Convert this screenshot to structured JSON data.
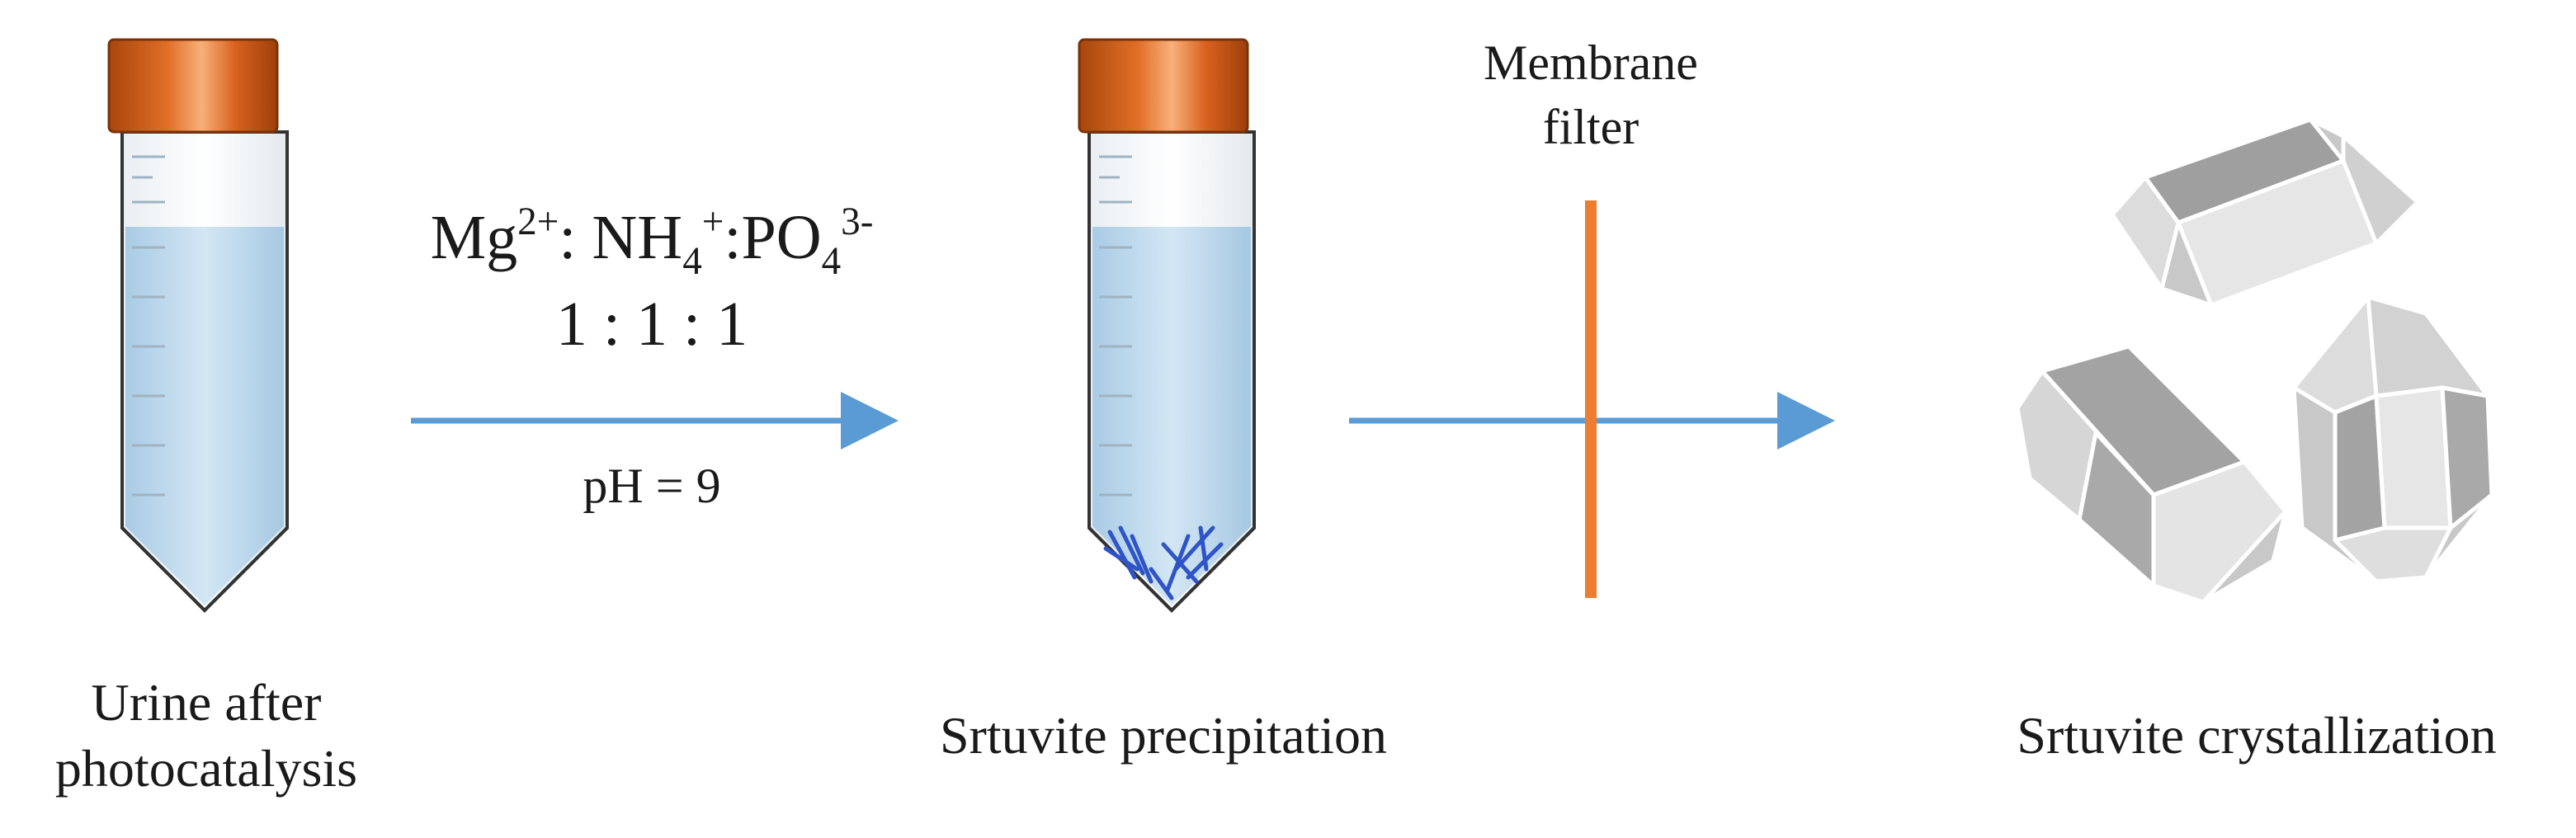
{
  "steps": [
    {
      "caption_line1": "Urine after",
      "caption_line2": "photocatalysis"
    },
    {
      "caption": "Srtuvite precipitation"
    },
    {
      "caption": "Srtuvite crystallization"
    }
  ],
  "reaction": {
    "mg": "Mg",
    "mg_charge": "2+",
    "sep1": ": ",
    "nh": "NH",
    "nh_sub": "4",
    "nh_charge": "+",
    "sep2": ":",
    "po": "PO",
    "po_sub": "4",
    "po_charge": "3-",
    "ratio": "1 : 1 : 1",
    "condition": "pH = 9"
  },
  "filter": {
    "line1": "Membrane",
    "line2": "filter"
  },
  "colors": {
    "arrow": "#5b9bd5",
    "filter": "#ed7d31",
    "cap": "#c55a11",
    "liquid": "#bcd8ec",
    "tube_outline": "#333333",
    "crystal_light": "#d9d9d9",
    "crystal_dark": "#a6a6a6",
    "precipitate": "#2f54c8"
  }
}
